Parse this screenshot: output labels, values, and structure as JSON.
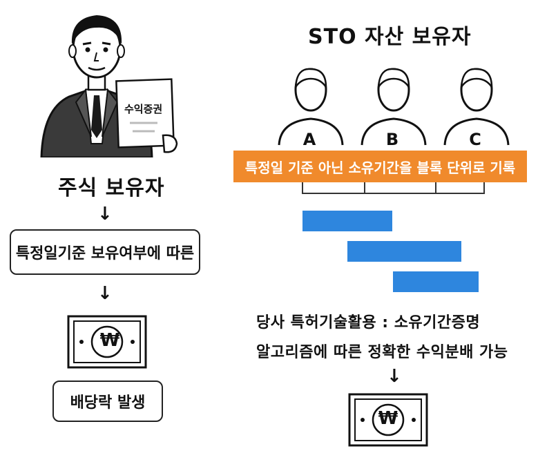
{
  "left": {
    "certificate_label": "수익증권",
    "title": "주식 보유자",
    "arrow1": "↓",
    "step1": "특정일기준 보유여부에 따른",
    "arrow2": "↓",
    "money_symbol": "₩",
    "result": "배당락 발생"
  },
  "right": {
    "title": "STO 자산 보유자",
    "persons": [
      "A",
      "B",
      "C"
    ],
    "banner": "특정일 기준 아닌 소유기간을 블록 단위로 기록",
    "desc_line1": "당사 특허기술활용 : 소유기간증명",
    "desc_line2": "알고리즘에 따른 정확한 수익분배 가능",
    "arrow": "↓",
    "money_symbol": "₩"
  },
  "colors": {
    "orange": "#f08a2c",
    "blue": "#2e86de",
    "suit": "#3a3a3a"
  }
}
